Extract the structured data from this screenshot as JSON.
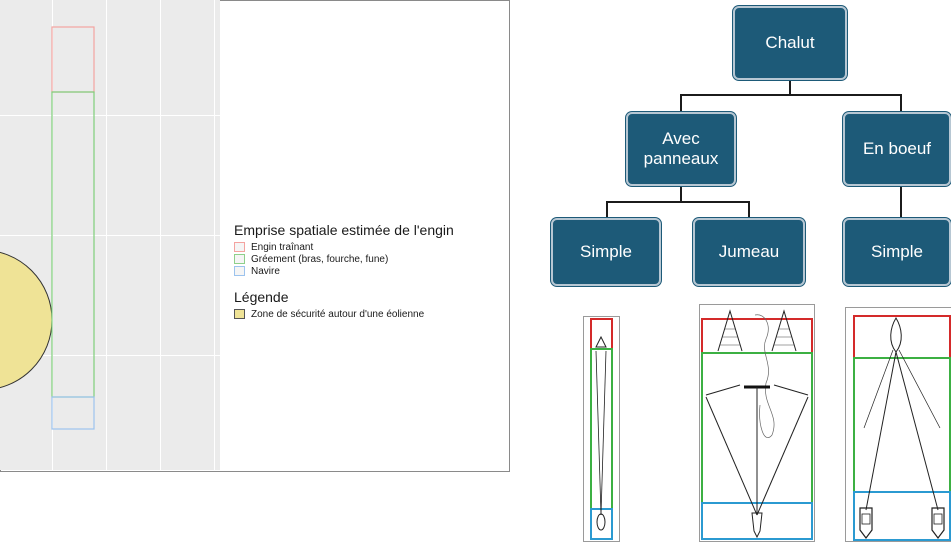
{
  "legend": {
    "title_gear": "Emprise spatiale estimée de l'engin",
    "items_gear": [
      {
        "label": "Engin traînant",
        "color": "#f4a3a0"
      },
      {
        "label": "Gréement (bras, fourche, fune)",
        "color": "#8ed08a"
      },
      {
        "label": "Navire",
        "color": "#9cc3ee"
      }
    ],
    "title_legend": "Légende",
    "items_legend": [
      {
        "label": "Zone de sécurité autour d'une éolienne",
        "color": "#efe396"
      }
    ]
  },
  "tree": {
    "root": "Chalut",
    "level1": [
      "Avec\npanneaux",
      "En boeuf"
    ],
    "level2": [
      "Simple",
      "Jumeau",
      "Simple"
    ]
  },
  "colors": {
    "node_fill": "#1d5a78",
    "zone_fill": "#efe396",
    "gear_red": "#d42a2a",
    "gear_green": "#3cb043",
    "gear_blue": "#2b9ad1"
  }
}
